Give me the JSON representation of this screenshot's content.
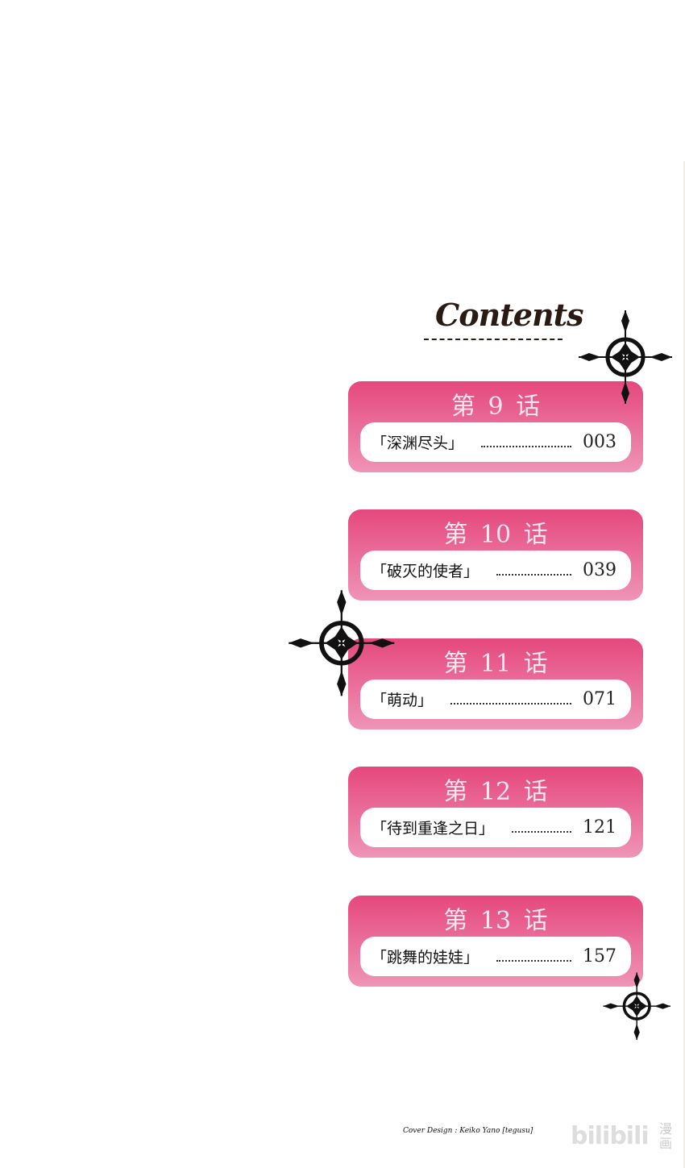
{
  "header": {
    "title": "Contents"
  },
  "chapters": [
    {
      "title": "第 9 话",
      "name": "「深渊尽头」",
      "page": "003"
    },
    {
      "title": "第 10 话",
      "name": "「破灭的使者」",
      "page": "039"
    },
    {
      "title": "第 11 话",
      "name": "「萌动」",
      "page": "071"
    },
    {
      "title": "第 12 话",
      "name": "「待到重逢之日」",
      "page": "121"
    },
    {
      "title": "第 13 话",
      "name": "「跳舞的娃娃」",
      "page": "157"
    }
  ],
  "footer": {
    "credit": "Cover Design : Keiko Yano [tegusu]",
    "logo": "bilibili",
    "logo_suffix": "漫画"
  },
  "colors": {
    "accent": "#e5487d",
    "accent_light": "#ef94b6"
  }
}
